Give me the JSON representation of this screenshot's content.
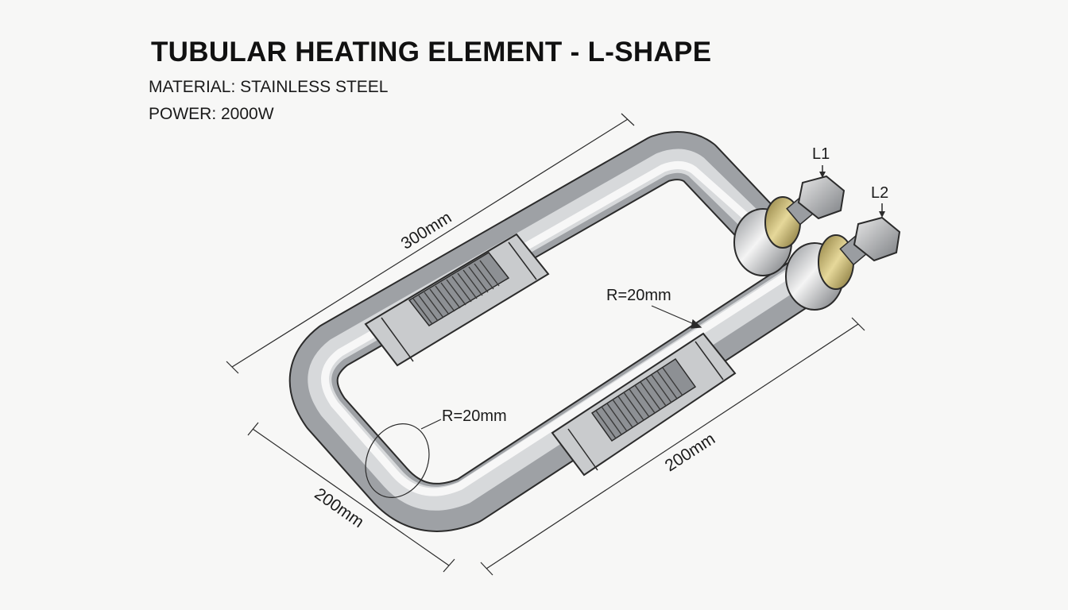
{
  "title": "TUBULAR HEATING ELEMENT - L-SHAPE",
  "specs": {
    "material": "MATERIAL: STAINLESS STEEL",
    "power": "POWER: 2000W"
  },
  "dimensions": {
    "top_length": "300mm",
    "left_length": "200mm",
    "right_length": "200mm",
    "bend_radius_left": "R=20mm",
    "bend_radius_right": "R=20mm"
  },
  "terminals": {
    "l1": "L1",
    "l2": "L2"
  },
  "colors": {
    "tube_light": "#f2f2f2",
    "tube_mid": "#b9bcbf",
    "tube_dark": "#6f7276",
    "brass": "#c9b877",
    "line": "#2a2a2a"
  }
}
